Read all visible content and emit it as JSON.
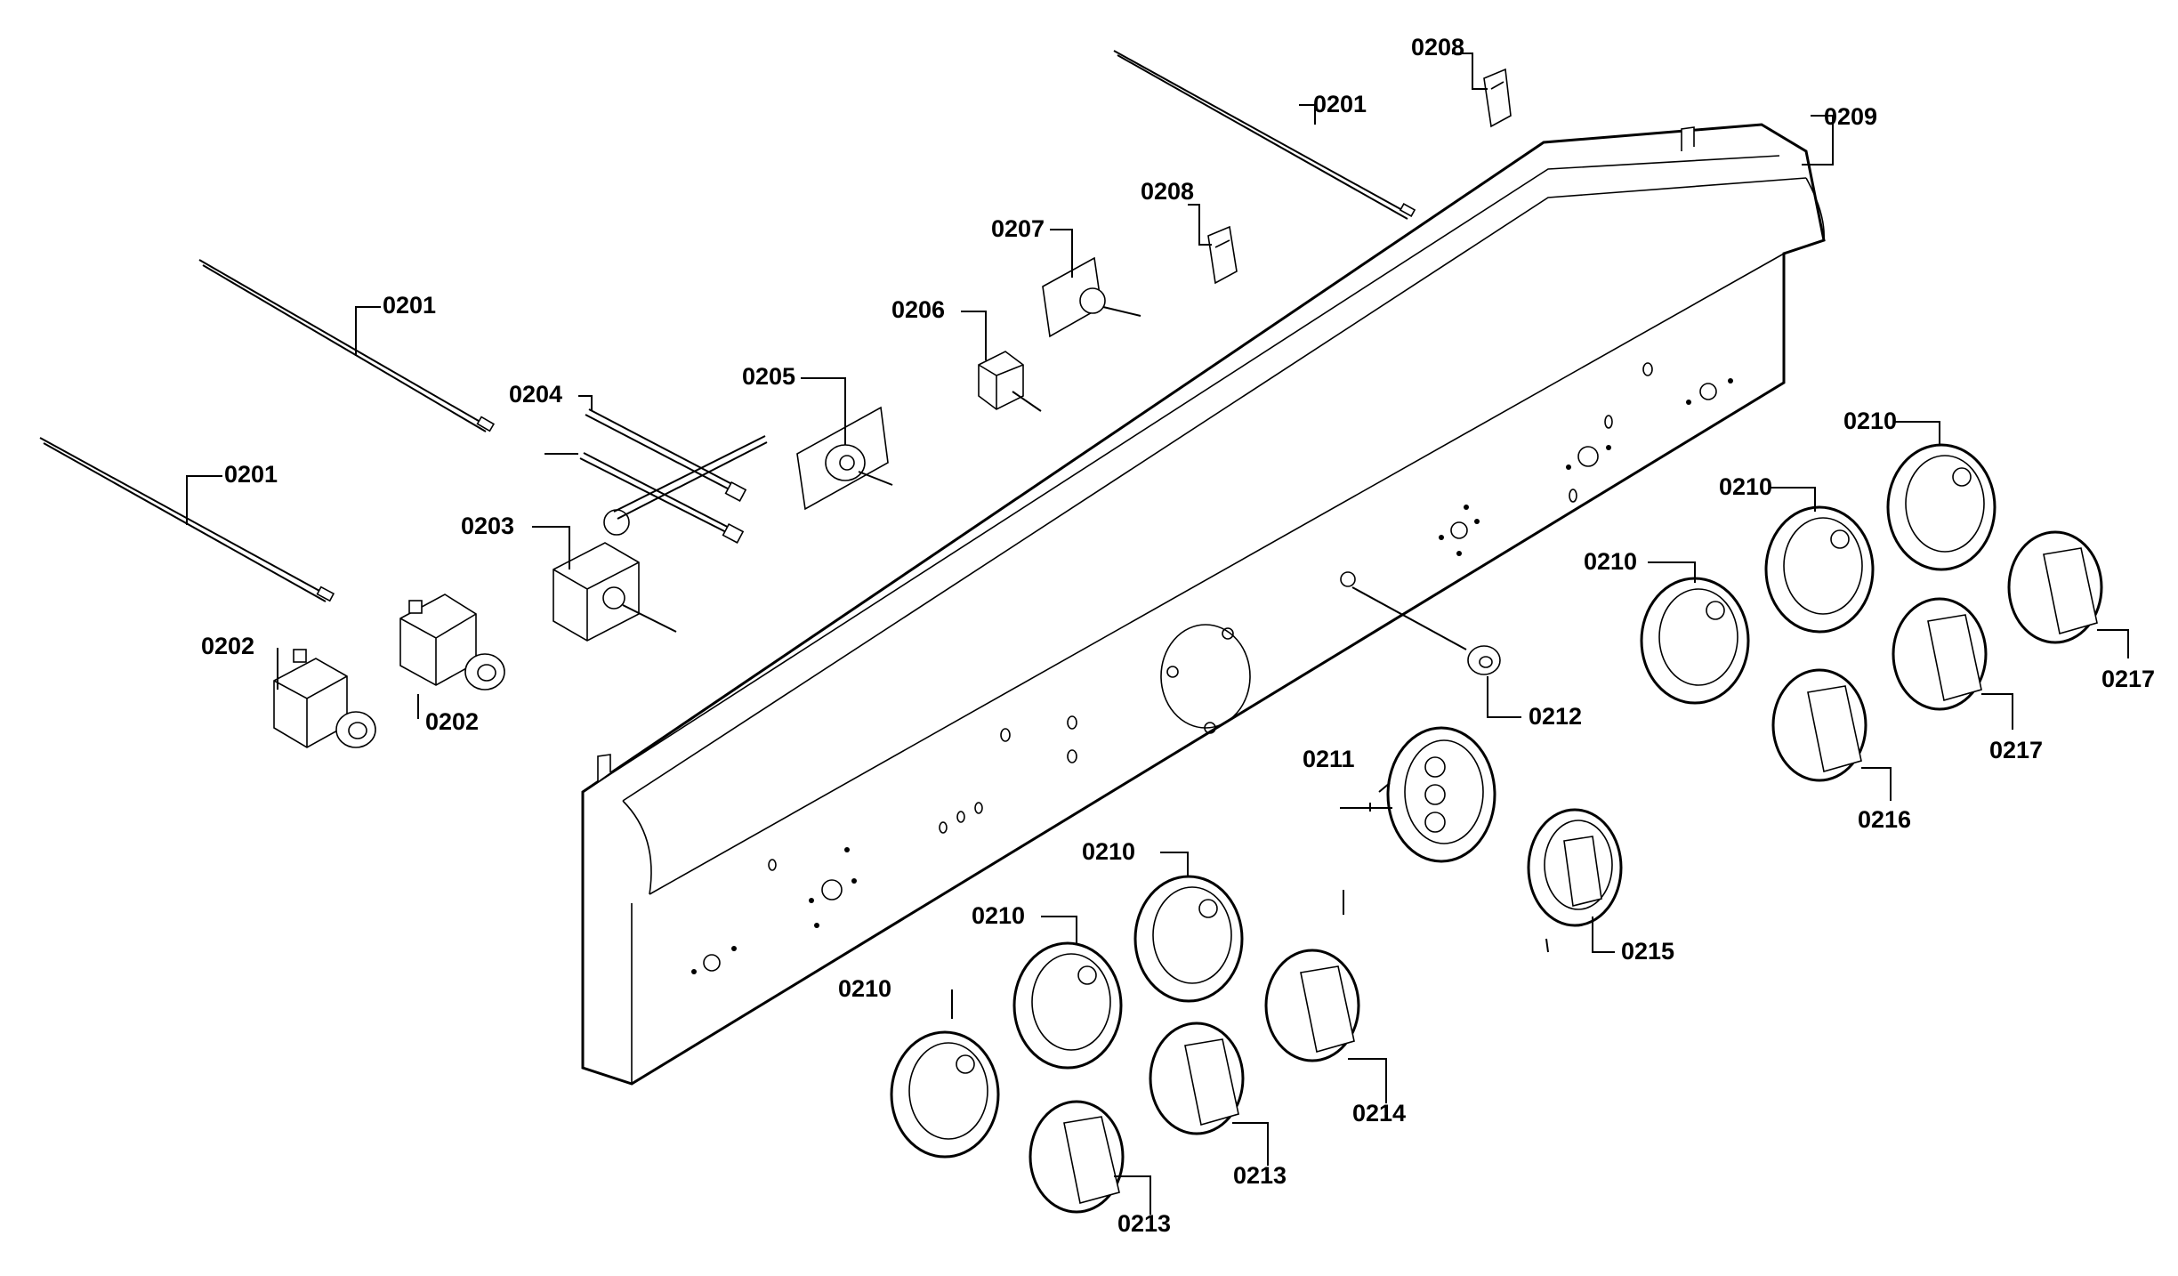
{
  "labels": {
    "l0201a": "0201",
    "l0201b": "0201",
    "l0201c": "0201",
    "l0202a": "0202",
    "l0202b": "0202",
    "l0203": "0203",
    "l0204": "0204",
    "l0205": "0205",
    "l0206": "0206",
    "l0207": "0207",
    "l0208a": "0208",
    "l0208b": "0208",
    "l0209": "0209",
    "l0210a": "0210",
    "l0210b": "0210",
    "l0210c": "0210",
    "l0210d": "0210",
    "l0210e": "0210",
    "l0210f": "0210",
    "l0211": "0211",
    "l0212": "0212",
    "l0213a": "0213",
    "l0213b": "0213",
    "l0214": "0214",
    "l0215": "0215",
    "l0216": "0216",
    "l0217a": "0217",
    "l0217b": "0217"
  }
}
